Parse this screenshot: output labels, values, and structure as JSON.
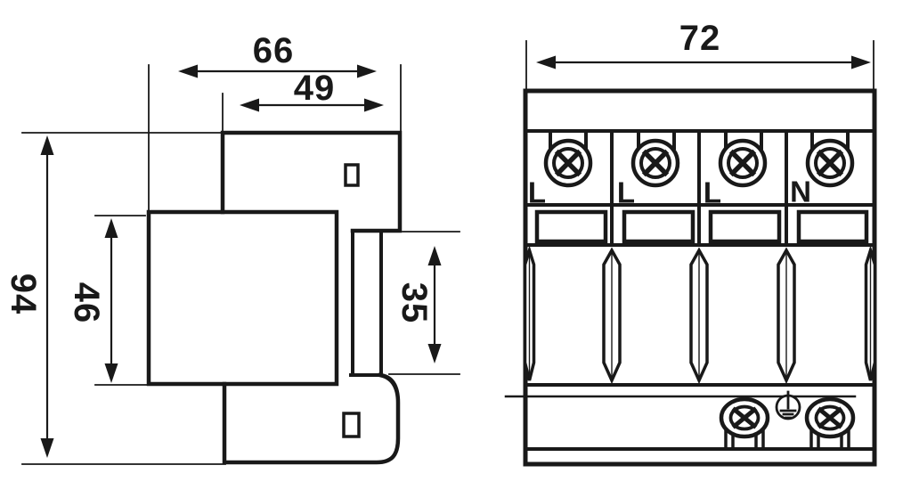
{
  "drawing": {
    "background_color": "#ffffff",
    "line_color": "#191919"
  },
  "side_view": {
    "dims": {
      "total_width": "66",
      "upper_width": "49",
      "total_height": "94",
      "body_height": "46",
      "rail_recess_height": "35"
    }
  },
  "front_view": {
    "dims": {
      "total_width": "72"
    },
    "pole_labels": [
      "L",
      "L",
      "L",
      "N"
    ]
  }
}
